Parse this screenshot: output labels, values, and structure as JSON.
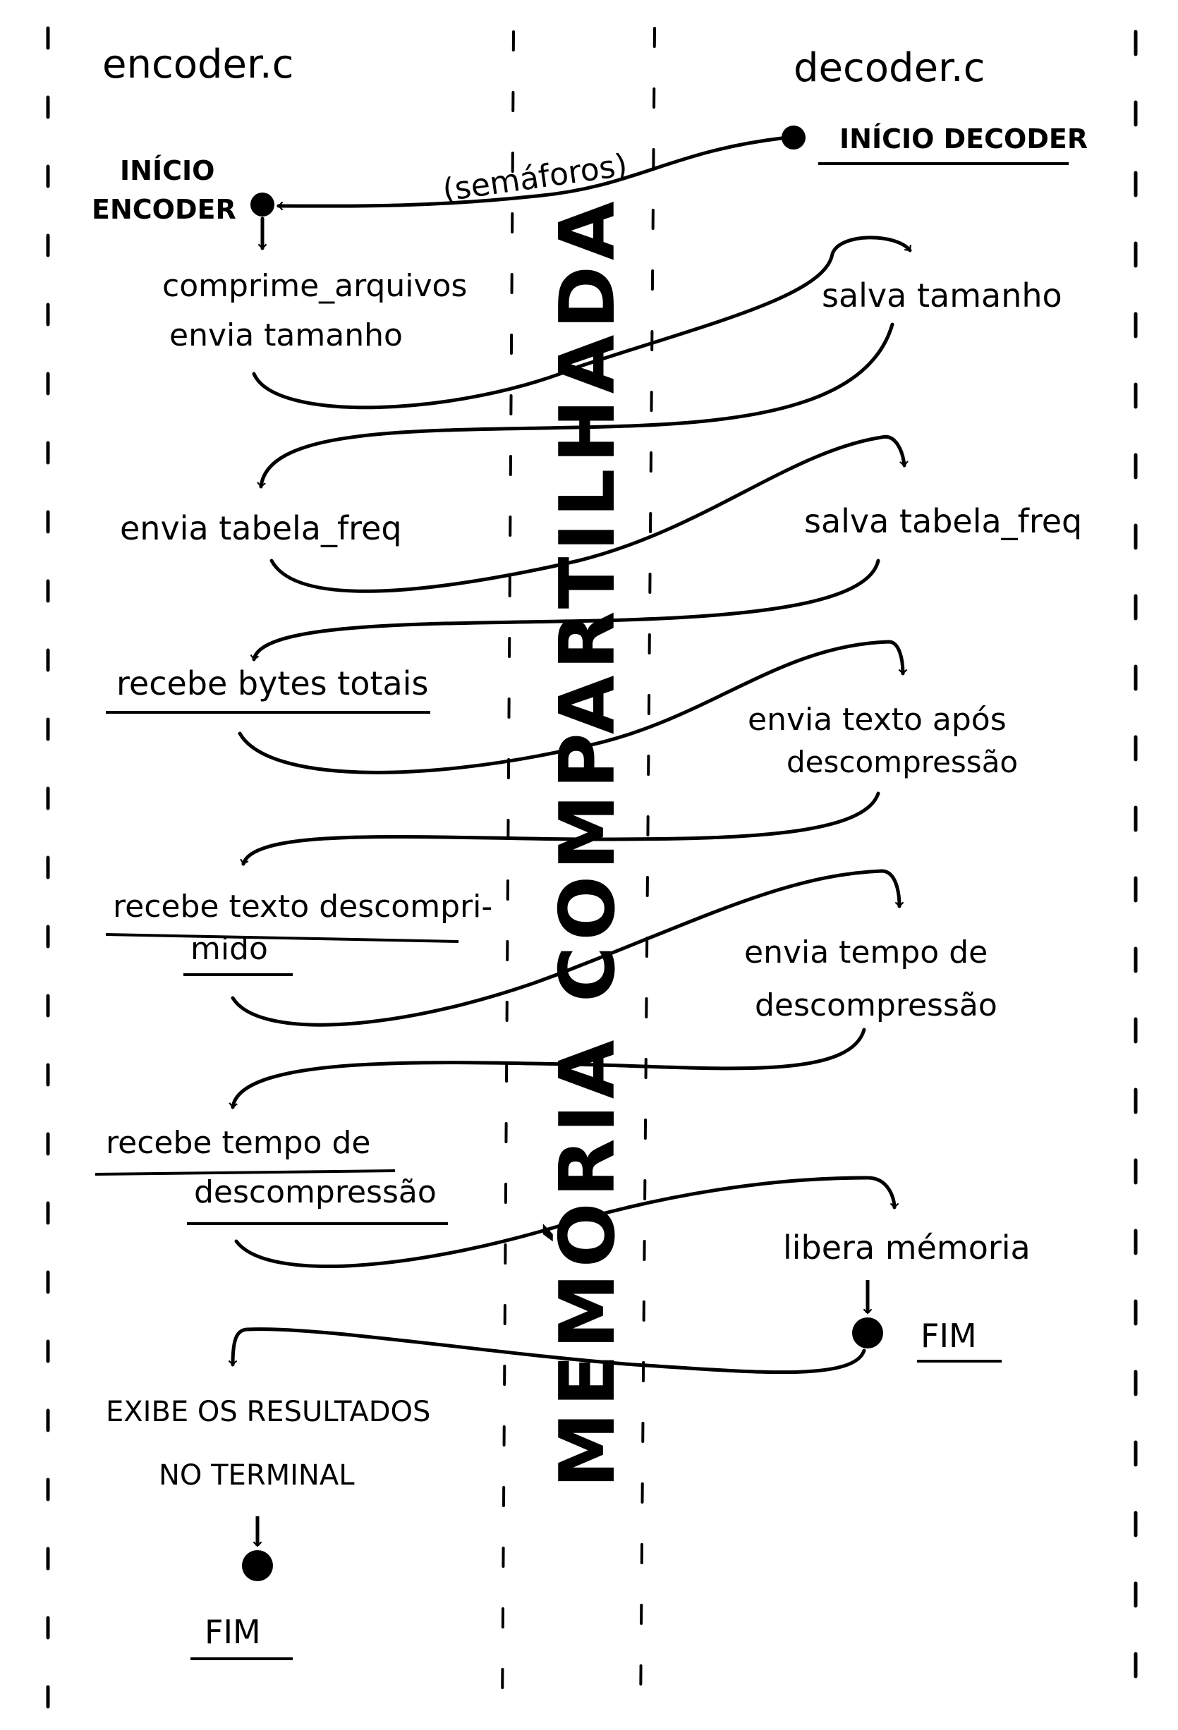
{
  "files": {
    "encoder": "encoder.c",
    "decoder": "decoder.c"
  },
  "shared_memory": "MEMÓRIA COMPARTILHADA",
  "sync_note": "(semáforos)",
  "encoder_start": [
    "INÍCIO",
    "ENCODER"
  ],
  "decoder_start": "INÍCIO DECODER",
  "encoder_steps": {
    "s1": [
      "comprime_arquivos",
      "envia tamanho"
    ],
    "s2": [
      "envia tabela_freq"
    ],
    "s3": [
      "recebe bytes totais"
    ],
    "s4": [
      "recebe texto descompri-",
      "mido"
    ],
    "s5": [
      "recebe tempo de",
      "descompressão"
    ],
    "s6": [
      "EXIBE OS RESULTADOS",
      "NO TERMINAL"
    ]
  },
  "decoder_steps": {
    "s1": [
      "salva tamanho"
    ],
    "s2": [
      "salva tabela_freq"
    ],
    "s3": [
      "envia texto após",
      "descompressão"
    ],
    "s4": [
      "envia tempo de",
      "descompressão"
    ],
    "s5": [
      "libera mémoria"
    ]
  },
  "end_label": "FIM"
}
